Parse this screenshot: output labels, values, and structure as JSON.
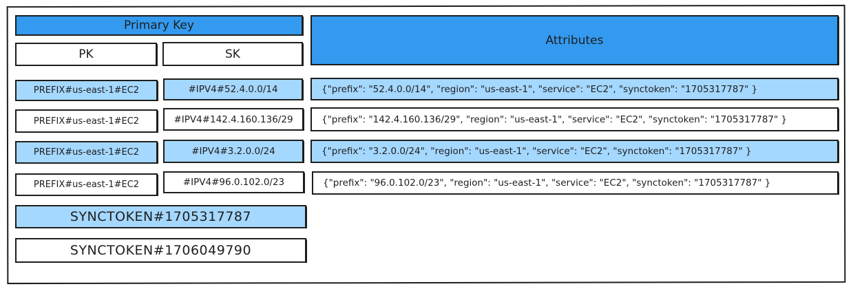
{
  "header": {
    "primary_key": "Primary Key",
    "pk": "PK",
    "sk": "SK",
    "attributes": "Attributes"
  },
  "rows": [
    {
      "pk": "PREFIX#us-east-1#EC2",
      "sk": "#IPV4#52.4.0.0/14",
      "attributes": "{\"prefix\": \"52.4.0.0/14\", \"region\": \"us-east-1\", \"service\": \"EC2\", \"synctoken\": \"1705317787\" }"
    },
    {
      "pk": "PREFIX#us-east-1#EC2",
      "sk": "#IPV4#142.4.160.136/29",
      "attributes": "{\"prefix\": \"142.4.160.136/29\", \"region\": \"us-east-1\", \"service\": \"EC2\", \"synctoken\": \"1705317787\" }"
    },
    {
      "pk": "PREFIX#us-east-1#EC2",
      "sk": "#IPV4#3.2.0.0/24",
      "attributes": "{\"prefix\": \"3.2.0.0/24\", \"region\": \"us-east-1\", \"service\": \"EC2\", \"synctoken\": \"1705317787\" }"
    },
    {
      "pk": "PREFIX#us-east-1#EC2",
      "sk": "#IPV4#96.0.102.0/23",
      "attributes": "{\"prefix\": \"96.0.102.0/23\", \"region\": \"us-east-1\", \"service\": \"EC2\", \"synctoken\": \"1705317787\" }"
    }
  ],
  "synctokens": [
    "SYNCTOKEN#1705317787",
    "SYNCTOKEN#1706049790"
  ],
  "colors": {
    "light_blue": "#a5d8ff",
    "blue": "#339af0",
    "stroke": "#1e1e1e"
  }
}
